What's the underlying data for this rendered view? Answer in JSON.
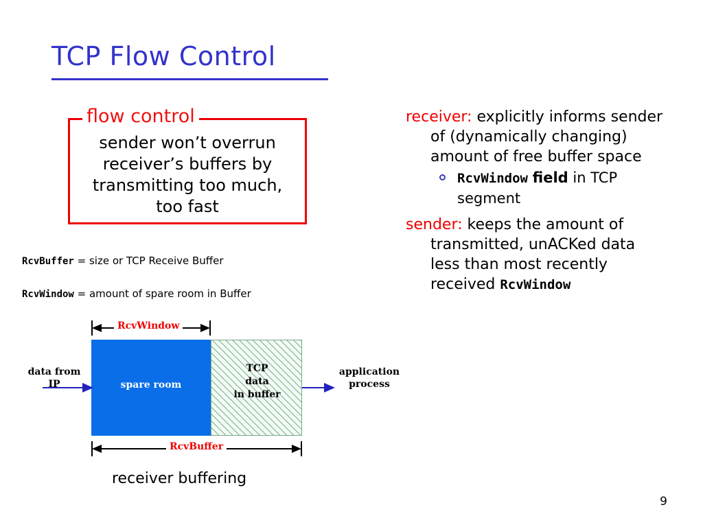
{
  "slide": {
    "title": "TCP Flow Control",
    "page_number": "9",
    "title_color": "#3333cc",
    "accent_red": "#ee0000"
  },
  "flow_control_box": {
    "legend": "flow control",
    "line1": "sender won’t overrun",
    "line2": "receiver’s buffers by",
    "line3": "transmitting too much,",
    "line4": "too fast",
    "border_color": "#ee0000"
  },
  "definitions": [
    {
      "term": "RcvBuffer",
      "text": " = size or TCP Receive Buffer"
    },
    {
      "term": "RcvWindow",
      "text": " = amount of spare room in Buffer"
    }
  ],
  "diagram": {
    "caption": "receiver buffering",
    "rcvwindow_label": "RcvWindow",
    "rcvbuffer_label": "RcvBuffer",
    "spare_room_label": "spare room",
    "tcp_data_line1": "TCP",
    "tcp_data_line2": "data",
    "tcp_data_line3": "in buffer",
    "input_line1": "data from",
    "input_line2": "IP",
    "output_line1": "application",
    "output_line2": "process",
    "spare_room_color": "#0a6ee8",
    "hatch_color": "#7fae92",
    "arrow_color": "#2222bb",
    "dimension_label_color": "#ee0000"
  },
  "right_column": {
    "receiver_lead": "receiver:",
    "receiver_text": " explicitly informs sender of (dynamically changing) amount of free buffer space",
    "sub_bullet_code": "RcvWindow",
    "sub_bullet_bold": "field",
    "sub_bullet_tail": " in TCP segment",
    "sender_lead": "sender:",
    "sender_text": " keeps the amount of transmitted, unACKed data less than most recently received ",
    "sender_code": "RcvWindow"
  }
}
